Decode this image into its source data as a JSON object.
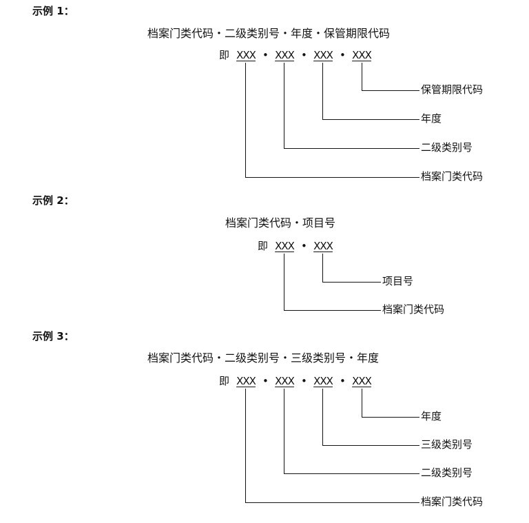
{
  "examples": [
    {
      "heading": "示例 1：",
      "formula": "档案门类代码・二级类别号・年度・保管期限代码",
      "prefix": "即",
      "segments": [
        "XXX",
        "XXX",
        "XXX",
        "XXX"
      ],
      "separator": "•",
      "labels": [
        "保管期限代码",
        "年度",
        "二级类别号",
        "档案门类代码"
      ]
    },
    {
      "heading": "示例 2：",
      "formula": "档案门类代码・项目号",
      "prefix": "即",
      "segments": [
        "XXX",
        "XXX"
      ],
      "separator": "•",
      "labels": [
        "项目号",
        "档案门类代码"
      ]
    },
    {
      "heading": "示例 3：",
      "formula": "档案门类代码・二级类别号・三级类别号・年度",
      "prefix": "即",
      "segments": [
        "XXX",
        "XXX",
        "XXX",
        "XXX"
      ],
      "separator": "•",
      "labels": [
        "年度",
        "三级类别号",
        "二级类别号",
        "档案门类代码"
      ]
    }
  ]
}
